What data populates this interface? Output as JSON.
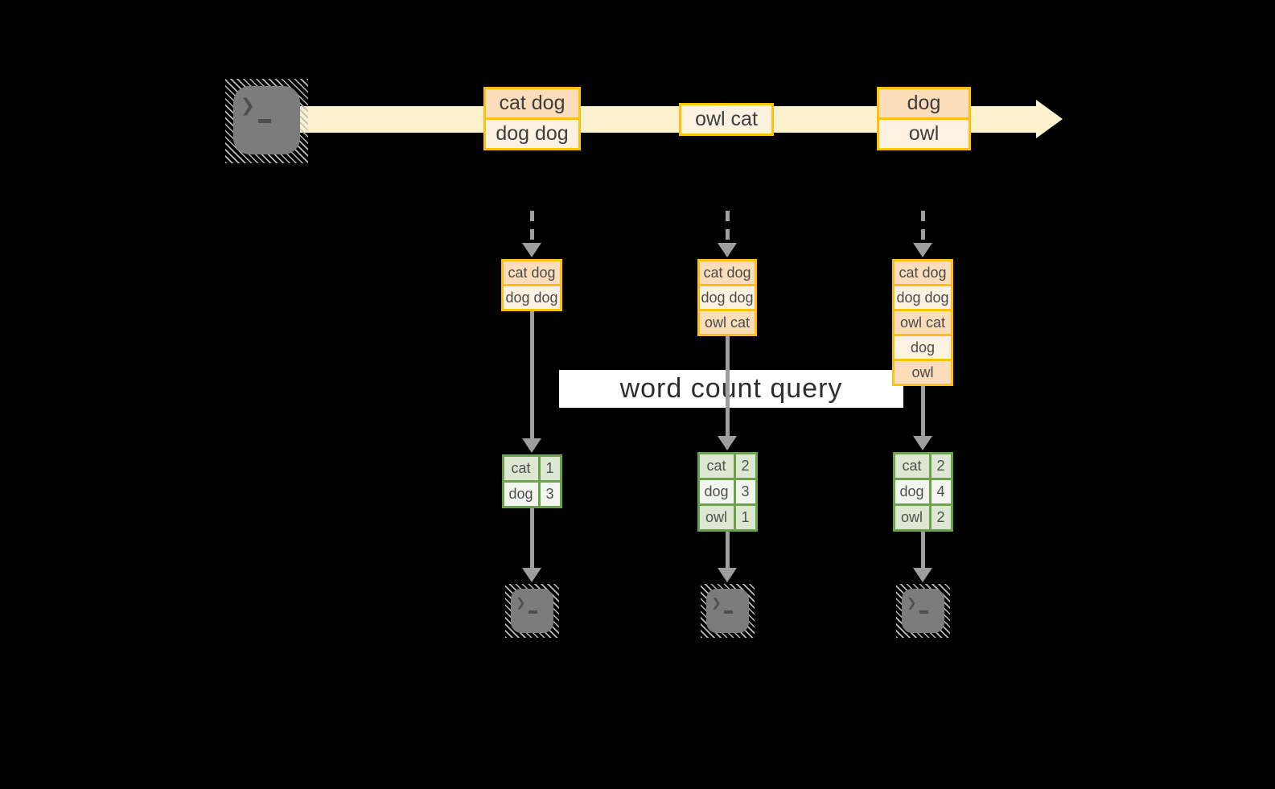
{
  "colors": {
    "amber": "#FEC10D",
    "peach": "#FBDCBB",
    "cream": "#FDF2E2",
    "band_cream": "#FBF1CD",
    "green_border": "#6CA24C",
    "green_light": "#DCE8D2",
    "green_lighter": "#F1F5ED",
    "arrow_gray": "#9E9E9E",
    "terminal_gray": "#7C7C7C",
    "glyph_gray": "#4E4E4E",
    "query_band_bg": "#FFFFFF"
  },
  "query_label": "word count query",
  "glyphs": {
    "prompt_chevron": "❯"
  },
  "stream_batches": [
    {
      "rows": [
        {
          "text": "cat dog",
          "tone": "peach"
        },
        {
          "text": "dog dog",
          "tone": "cream"
        }
      ]
    },
    {
      "rows": [
        {
          "text": "owl cat",
          "tone": "cream"
        }
      ]
    },
    {
      "rows": [
        {
          "text": "dog",
          "tone": "peach"
        },
        {
          "text": "owl",
          "tone": "cream"
        }
      ]
    }
  ],
  "columns": [
    {
      "input_rows": [
        {
          "text": "cat dog",
          "tone": "peach"
        },
        {
          "text": "dog dog",
          "tone": "cream"
        }
      ],
      "count_rows": [
        {
          "word": "cat",
          "count": "1"
        },
        {
          "word": "dog",
          "count": "3"
        }
      ]
    },
    {
      "input_rows": [
        {
          "text": "cat dog",
          "tone": "peach"
        },
        {
          "text": "dog dog",
          "tone": "cream"
        },
        {
          "text": "owl cat",
          "tone": "peach"
        }
      ],
      "count_rows": [
        {
          "word": "cat",
          "count": "2"
        },
        {
          "word": "dog",
          "count": "3"
        },
        {
          "word": "owl",
          "count": "1"
        }
      ]
    },
    {
      "input_rows": [
        {
          "text": "cat dog",
          "tone": "peach"
        },
        {
          "text": "dog dog",
          "tone": "cream"
        },
        {
          "text": "owl cat",
          "tone": "peach"
        },
        {
          "text": "dog",
          "tone": "cream"
        },
        {
          "text": "owl",
          "tone": "peach"
        }
      ],
      "count_rows": [
        {
          "word": "cat",
          "count": "2"
        },
        {
          "word": "dog",
          "count": "4"
        },
        {
          "word": "owl",
          "count": "2"
        }
      ]
    }
  ]
}
